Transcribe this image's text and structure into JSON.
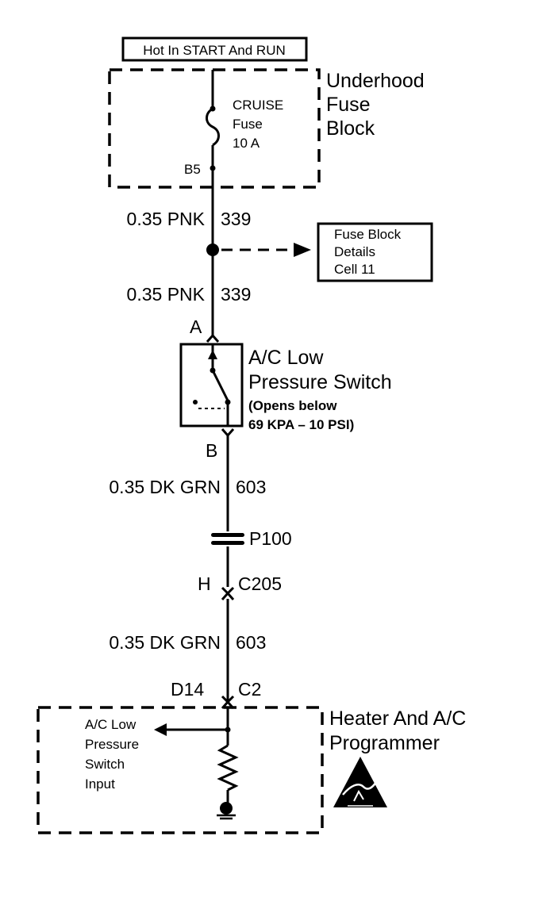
{
  "power_label": "Hot In START And RUN",
  "fuse_block": {
    "title_lines": [
      "Underhood",
      "Fuse",
      "Block"
    ]
  },
  "fuse": {
    "name": "CRUISE",
    "type": "Fuse",
    "rating": "10 A",
    "terminal": "B5"
  },
  "wires": {
    "w1": {
      "gauge_color": "0.35 PNK",
      "circuit": "339"
    },
    "w2": {
      "gauge_color": "0.35 PNK",
      "circuit": "339"
    },
    "w3": {
      "gauge_color": "0.35 DK GRN",
      "circuit": "603"
    },
    "w4": {
      "gauge_color": "0.35 DK GRN",
      "circuit": "603"
    }
  },
  "reference_box": {
    "lines": [
      "Fuse Block",
      "Details",
      "Cell 11"
    ]
  },
  "switch": {
    "pin_top": "A",
    "pin_bottom": "B",
    "title_lines": [
      "A/C Low",
      "Pressure Switch"
    ],
    "note_lines": [
      "(Opens below",
      "69 KPA – 10 PSI)"
    ]
  },
  "splice": {
    "label": "P100"
  },
  "connector_c205": {
    "pin": "H",
    "name": "C205"
  },
  "connector_c2": {
    "pin": "D14",
    "name": "C2"
  },
  "programmer": {
    "title_lines": [
      "Heater And A/C",
      "Programmer"
    ],
    "input_lines": [
      "A/C Low",
      "Pressure",
      "Switch",
      "Input"
    ]
  },
  "colors": {
    "ink": "#000000",
    "background": "#ffffff"
  }
}
